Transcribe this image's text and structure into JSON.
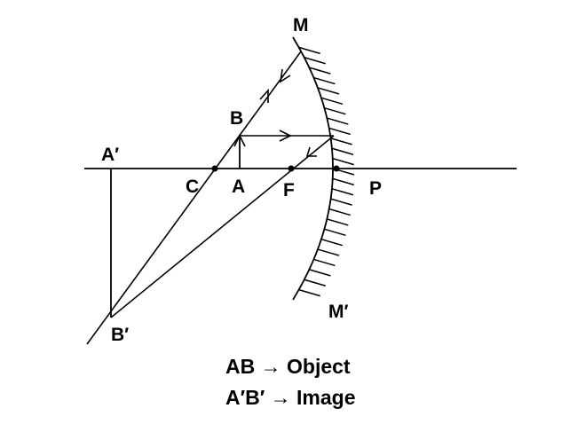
{
  "labels": {
    "mirror_top": "M",
    "mirror_bottom": "M′",
    "object_top": "B",
    "object_base": "A",
    "image_top": "A′",
    "image_bottom": "B′",
    "centre": "C",
    "focus": "F",
    "pole": "P"
  },
  "legend": {
    "object_line": "AB → Object",
    "image_line": "A′B′ → Image"
  }
}
